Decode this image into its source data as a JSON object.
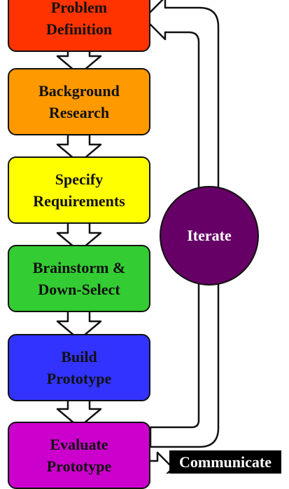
{
  "stages": [
    {
      "label": "Problem\nDefinition",
      "color": "#ff3300"
    },
    {
      "label": "Background\nResearch",
      "color": "#ff9900"
    },
    {
      "label": "Specify\nRequirements",
      "color": "#ffff00"
    },
    {
      "label": "Brainstorm &\nDown-Select",
      "color": "#33cc33"
    },
    {
      "label": "Build\nPrototype",
      "color": "#3333ff"
    },
    {
      "label": "Evaluate\nPrototype",
      "color": "#cc00cc"
    }
  ],
  "iterate": {
    "label": "Iterate",
    "color": "#660066"
  },
  "communicate": {
    "label": "Communicate",
    "color": "#000000"
  }
}
